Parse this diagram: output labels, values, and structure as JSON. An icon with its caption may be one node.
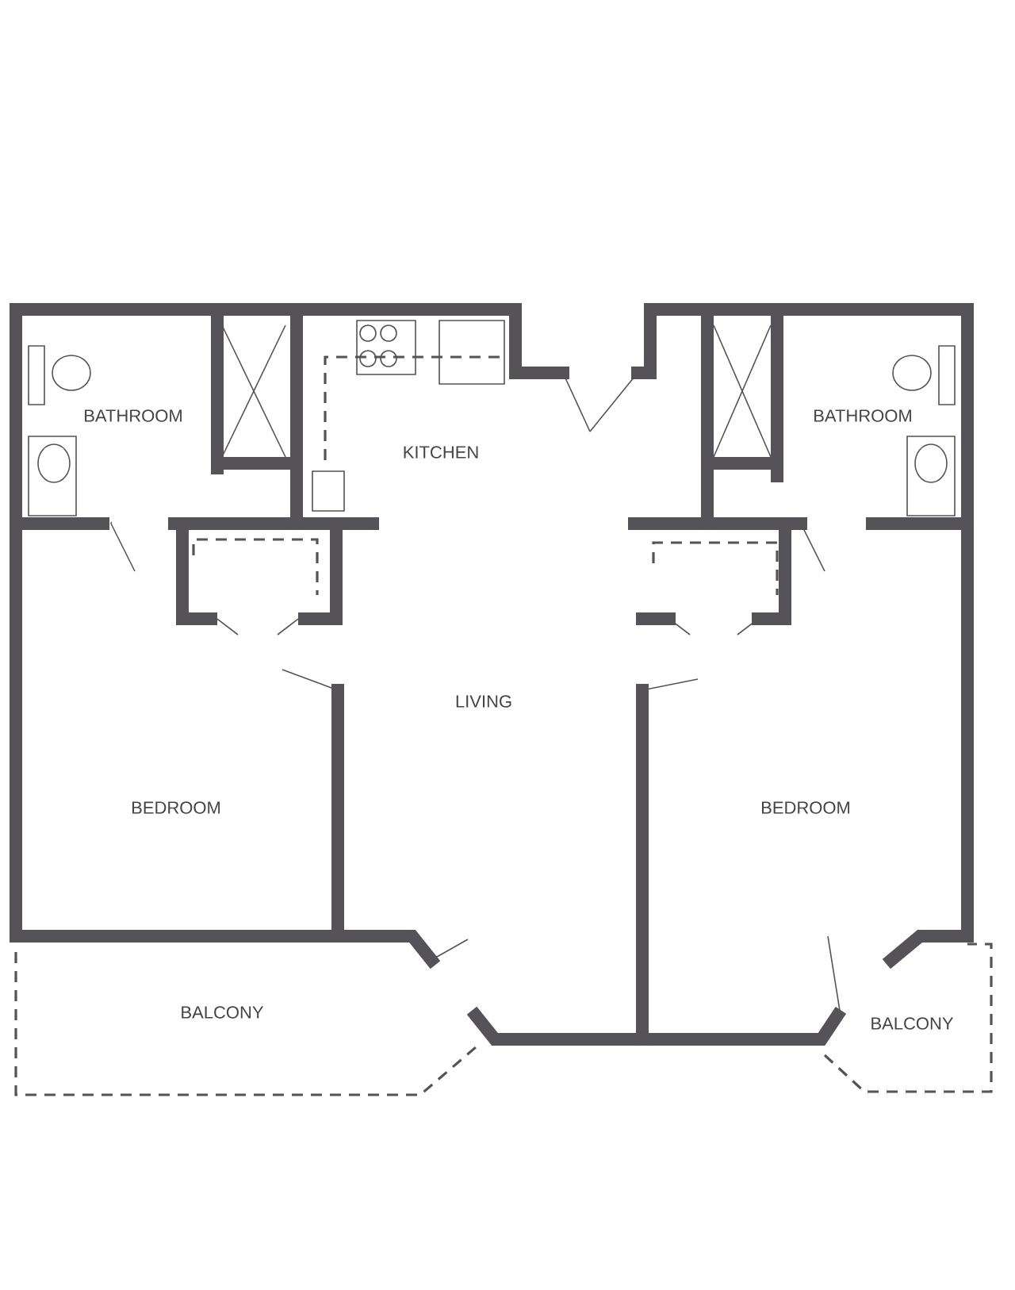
{
  "diagram": {
    "labels": [
      "BATHROOM",
      "BATHROOM",
      "KITCHEN",
      "LIVING",
      "BEDROOM",
      "BEDROOM",
      "BALCONY",
      "BALCONY"
    ]
  }
}
